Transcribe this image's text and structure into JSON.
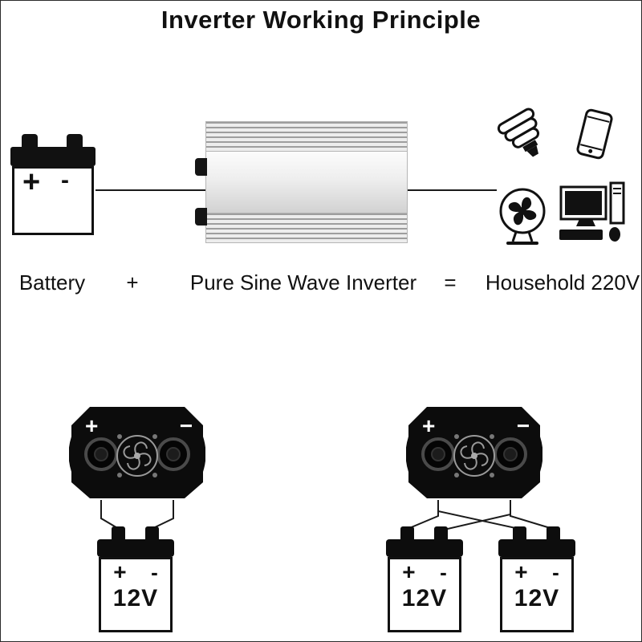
{
  "title": "Inverter Working Principle",
  "equation": {
    "battery": "Battery",
    "plus": "+",
    "inverter": "Pure Sine Wave Inverter",
    "equals": "=",
    "output": "Household 220V"
  },
  "top_battery": {
    "plus": "+",
    "minus": "-"
  },
  "bottom": {
    "inverter_plus": "+",
    "inverter_minus": "−",
    "battery_plus": "+",
    "battery_minus": "-",
    "battery_voltage": "12V"
  },
  "icons": {
    "appliances": [
      "cfl-bulb-icon",
      "smartphone-icon",
      "fan-icon",
      "desktop-computer-icon"
    ],
    "left_device": "battery-icon",
    "center_device": "inverter-image"
  },
  "colors": {
    "ink": "#111111",
    "wire": "#1a1a1a",
    "inverter_silver_light": "#f7f7f7",
    "inverter_silver_dark": "#9e9e9e",
    "device_black": "#0c0c0c",
    "background": "#ffffff"
  }
}
